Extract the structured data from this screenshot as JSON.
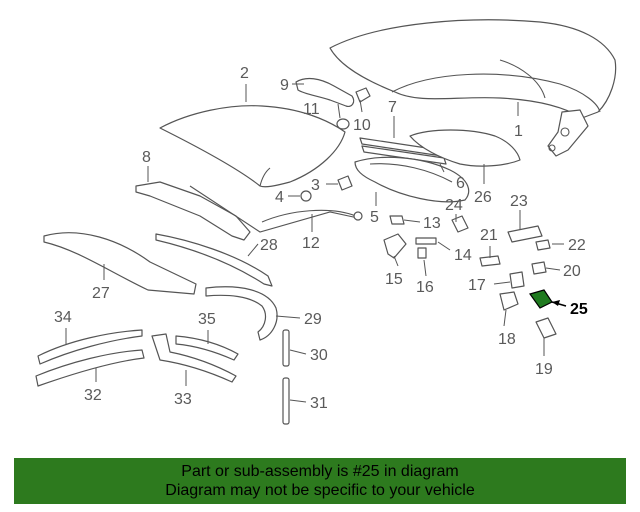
{
  "diagram": {
    "labels": [
      "1",
      "2",
      "3",
      "4",
      "5",
      "6",
      "7",
      "8",
      "9",
      "10",
      "11",
      "12",
      "13",
      "14",
      "15",
      "16",
      "17",
      "18",
      "19",
      "20",
      "21",
      "22",
      "23",
      "24",
      "25",
      "26",
      "27",
      "28",
      "29",
      "30",
      "31",
      "32",
      "33",
      "34",
      "35"
    ],
    "highlight": "25",
    "highlight_color": "#1f7a1f"
  },
  "banner": {
    "line1": "Part or sub-assembly is #25 in diagram",
    "line2": "Diagram may not be specific to your vehicle",
    "background": "#2d7a1e"
  }
}
